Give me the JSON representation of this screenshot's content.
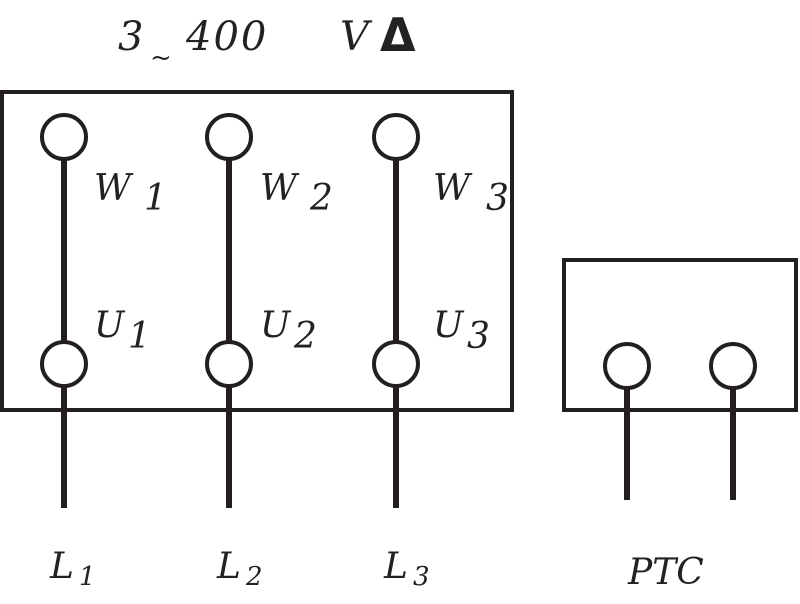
{
  "title": {
    "phases": "3",
    "tilde": "~",
    "voltage": "400",
    "unit": "V",
    "connection_symbol": "Δ"
  },
  "terminal_block": {
    "top_terminals": [
      {
        "letter": "W",
        "index": "1"
      },
      {
        "letter": "W",
        "index": "2"
      },
      {
        "letter": "W",
        "index": "3"
      }
    ],
    "bottom_terminals": [
      {
        "letter": "U",
        "index": "1"
      },
      {
        "letter": "U",
        "index": "2"
      },
      {
        "letter": "U",
        "index": "3"
      }
    ],
    "lines": [
      {
        "letter": "L",
        "index": "1"
      },
      {
        "letter": "L",
        "index": "2"
      },
      {
        "letter": "L",
        "index": "3"
      }
    ]
  },
  "ptc": {
    "label": "PTC"
  }
}
